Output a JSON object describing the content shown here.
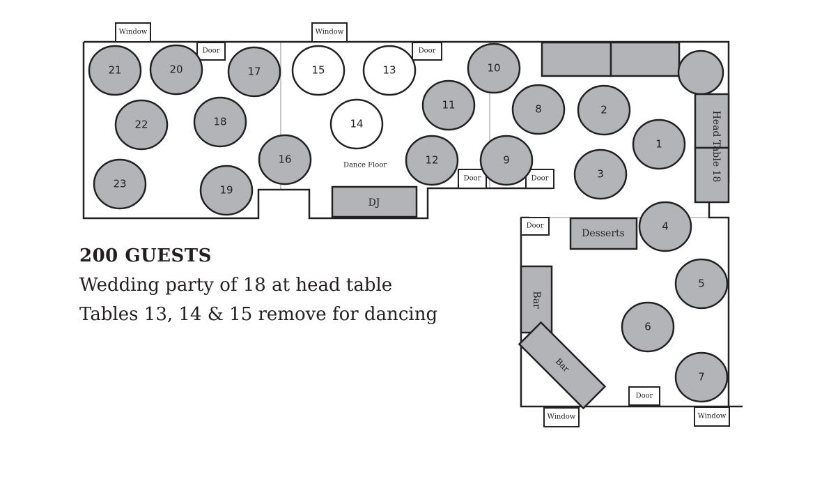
{
  "plan": {
    "tables": [
      {
        "label": "21",
        "reserved": false
      },
      {
        "label": "20",
        "reserved": false
      },
      {
        "label": "17",
        "reserved": false
      },
      {
        "label": "15",
        "removable": true
      },
      {
        "label": "13",
        "removable": true
      },
      {
        "label": "10",
        "reserved": false
      },
      {
        "label": "22"
      },
      {
        "label": "18"
      },
      {
        "label": "14",
        "removable": true
      },
      {
        "label": "11"
      },
      {
        "label": "8"
      },
      {
        "label": "2"
      },
      {
        "label": "1"
      },
      {
        "label": "16"
      },
      {
        "label": "12"
      },
      {
        "label": "9"
      },
      {
        "label": "3"
      },
      {
        "label": "23"
      },
      {
        "label": "19"
      },
      {
        "label": "4"
      },
      {
        "label": "5"
      },
      {
        "label": "6"
      },
      {
        "label": "7"
      }
    ],
    "door_label": "Door",
    "window_label": "Window",
    "dance_floor": "Dance Floor",
    "dj": "DJ",
    "desserts": "Desserts",
    "bar": "Bar",
    "head_table": "Head Table 18"
  },
  "notes": {
    "headline": "200 GUESTS",
    "line1": "Wedding party of 18 at head table",
    "line2": "Tables 13, 14 & 15  remove for dancing"
  },
  "colors": {
    "table_fill": "#b3b4b7",
    "stroke": "#222222"
  }
}
